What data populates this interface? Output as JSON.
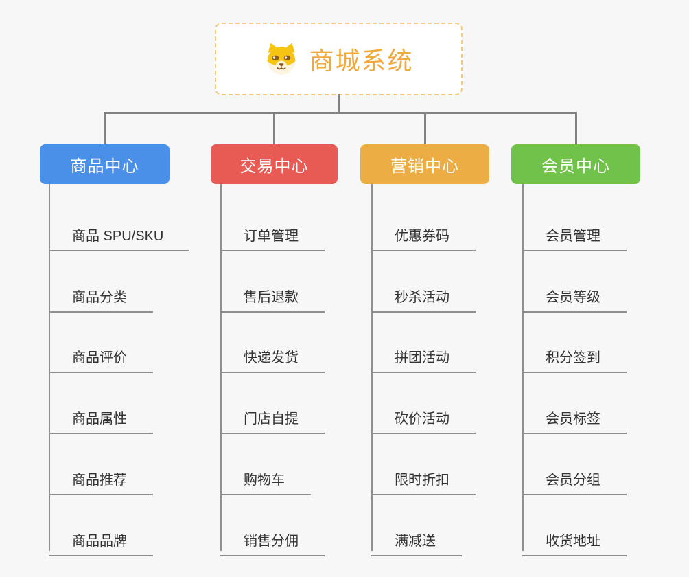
{
  "root": {
    "label": "商城系统",
    "icon": "dog-icon",
    "text_color": "#F0A93C",
    "border_color": "#F6C87A"
  },
  "connector_color": "#828282",
  "leaf_line_color": "#8E8E8E",
  "background_color": "#F7F7F7",
  "branches": [
    {
      "label": "商品中心",
      "color": "#4A8FE8",
      "items": [
        "商品 SPU/SKU",
        "商品分类",
        "商品评价",
        "商品属性",
        "商品推荐",
        "商品品牌"
      ]
    },
    {
      "label": "交易中心",
      "color": "#E85A54",
      "items": [
        "订单管理",
        "售后退款",
        "快递发货",
        "门店自提",
        "购物车",
        "销售分佣"
      ]
    },
    {
      "label": "营销中心",
      "color": "#ECAE44",
      "items": [
        "优惠券码",
        "秒杀活动",
        "拼团活动",
        "砍价活动",
        "限时折扣",
        "满减送"
      ]
    },
    {
      "label": "会员中心",
      "color": "#70C24A",
      "items": [
        "会员管理",
        "会员等级",
        "积分签到",
        "会员标签",
        "会员分组",
        "收货地址"
      ]
    }
  ]
}
